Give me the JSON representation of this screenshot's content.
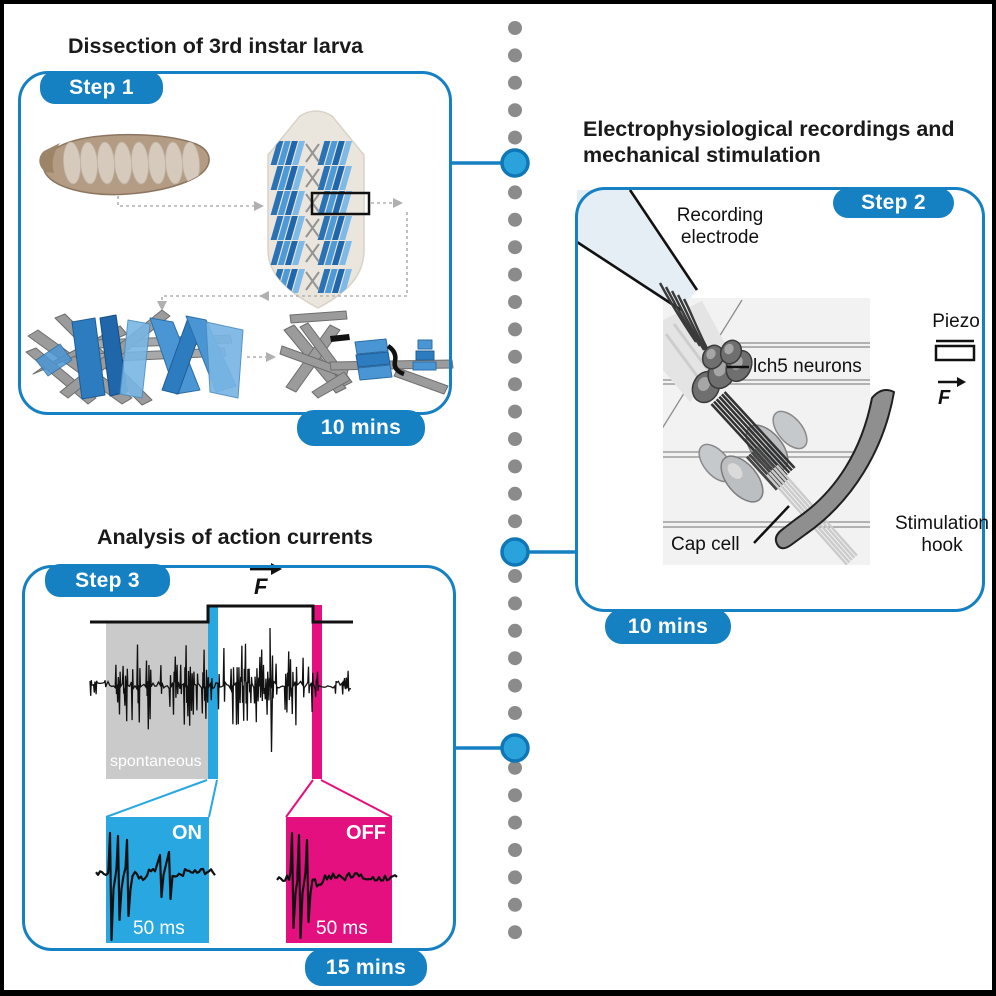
{
  "figure": {
    "step1": {
      "title": "Dissection of 3rd instar larva",
      "badge": "Step 1",
      "duration": "10 mins"
    },
    "step2": {
      "title_line1": "Electrophysiological recordings and",
      "title_line2": "mechanical stimulation",
      "badge": "Step 2",
      "duration": "10 mins",
      "labels": {
        "recording_electrode": "Recording electrode",
        "neurons": "lch5 neurons",
        "cap_cell": "Cap cell",
        "stimulation_hook": "Stimulation hook",
        "piezo": "Piezo",
        "force": "F"
      }
    },
    "step3": {
      "title": "Analysis of action currents",
      "badge": "Step 3",
      "duration": "15 mins",
      "labels": {
        "force": "F",
        "spontaneous": "spontaneous",
        "on": "ON",
        "off": "OFF",
        "on_timescale": "50 ms",
        "off_timescale": "50 ms"
      }
    },
    "colors": {
      "accent_blue": "#1580c2",
      "inset_blue": "#29a7e0",
      "inset_magenta": "#e5107f",
      "dot_gray": "#8b8b8b"
    }
  }
}
